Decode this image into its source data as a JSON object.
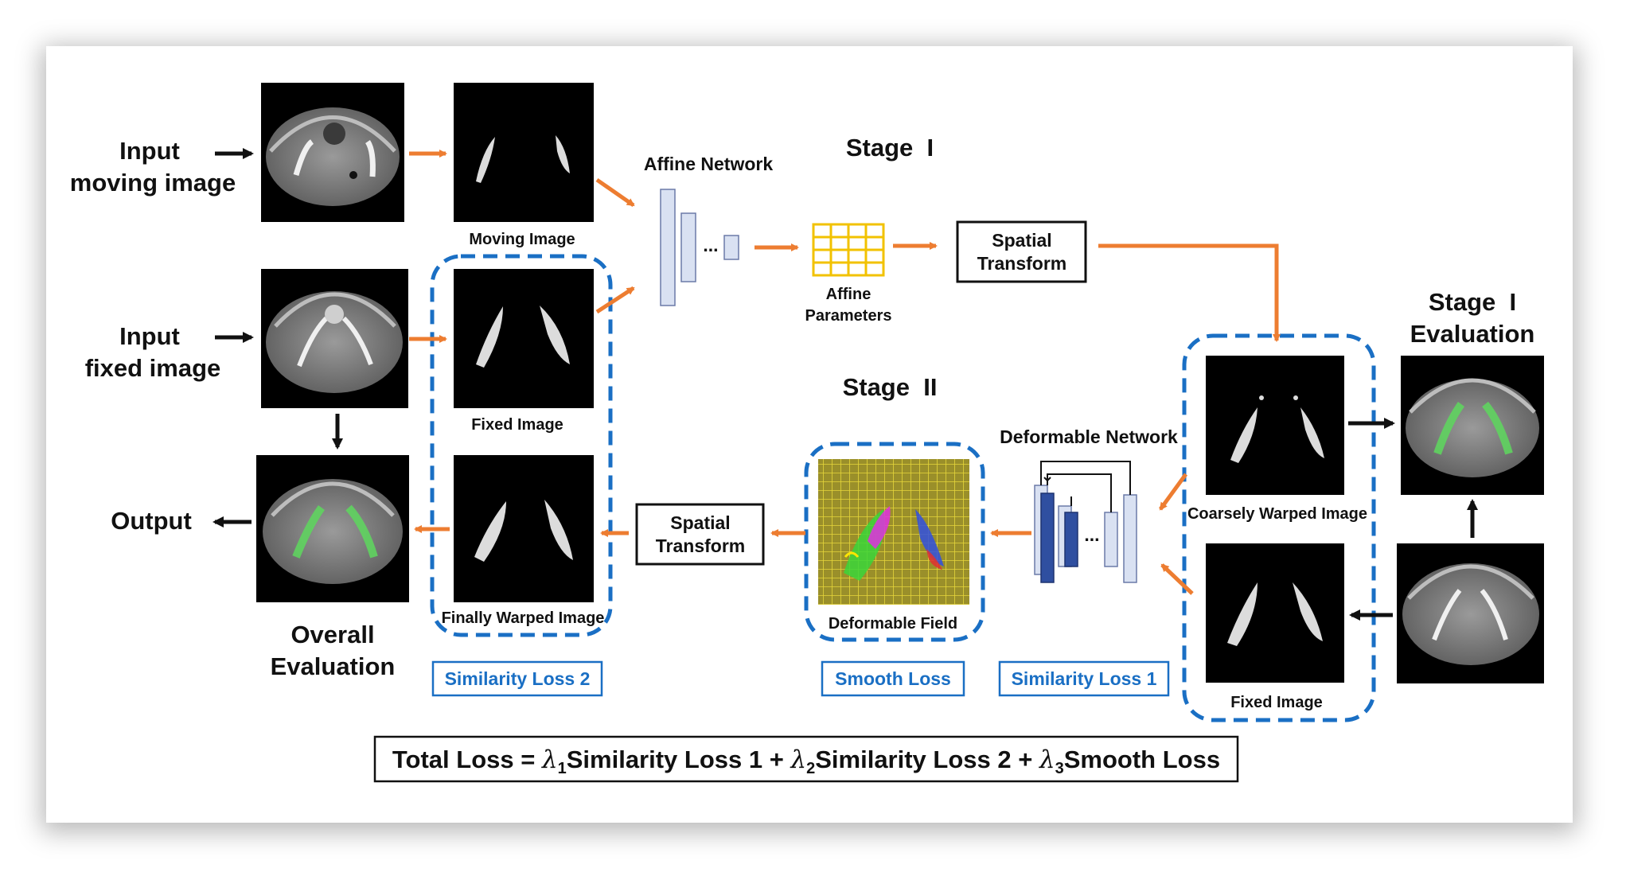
{
  "labels": {
    "input_moving": [
      "Input",
      "moving image"
    ],
    "input_fixed": [
      "Input",
      "fixed image"
    ],
    "output": "Output",
    "overall_eval": [
      "Overall",
      "Evaluation"
    ],
    "moving_image": "Moving Image",
    "fixed_image_top": "Fixed Image",
    "finally_warped": "Finally Warped Image",
    "affine_network": "Affine Network",
    "affine_params": [
      "Affine",
      "Parameters"
    ],
    "stage1": "Stage  I",
    "stage2": "Stage  II",
    "spatial_transform_top": [
      "Spatial",
      "Transform"
    ],
    "spatial_transform_bottom": [
      "Spatial",
      "Transform"
    ],
    "deformable_network": "Deformable Network",
    "deformable_field": "Deformable Field",
    "coarsely_warped": "Coarsely Warped Image",
    "fixed_image_right": "Fixed Image",
    "stage1_eval": [
      "Stage  I",
      "Evaluation"
    ],
    "ellipsis_affine": "...",
    "ellipsis_deform": "...",
    "similarity_loss_2": "Similarity Loss 2",
    "smooth_loss": "Smooth Loss",
    "similarity_loss_1": "Similarity Loss 1"
  },
  "formula": {
    "prefix": "Total Loss = ",
    "lambda": "λ",
    "sub1": "1",
    "term1": "Similarity Loss 1 + ",
    "sub2": "2",
    "term2": "Similarity Loss 2 + ",
    "sub3": "3",
    "term3": "Smooth Loss"
  },
  "colors": {
    "orange_arrow": "#ed7d31",
    "black_arrow": "#111111",
    "blue_dash": "#1a6fc4",
    "affine_grid": "#f2c200",
    "net_light": "#d9e1f2",
    "net_dark": "#2f4fa0",
    "ct_body": "#7f7f7f",
    "seg_green": "#5fd35f"
  }
}
